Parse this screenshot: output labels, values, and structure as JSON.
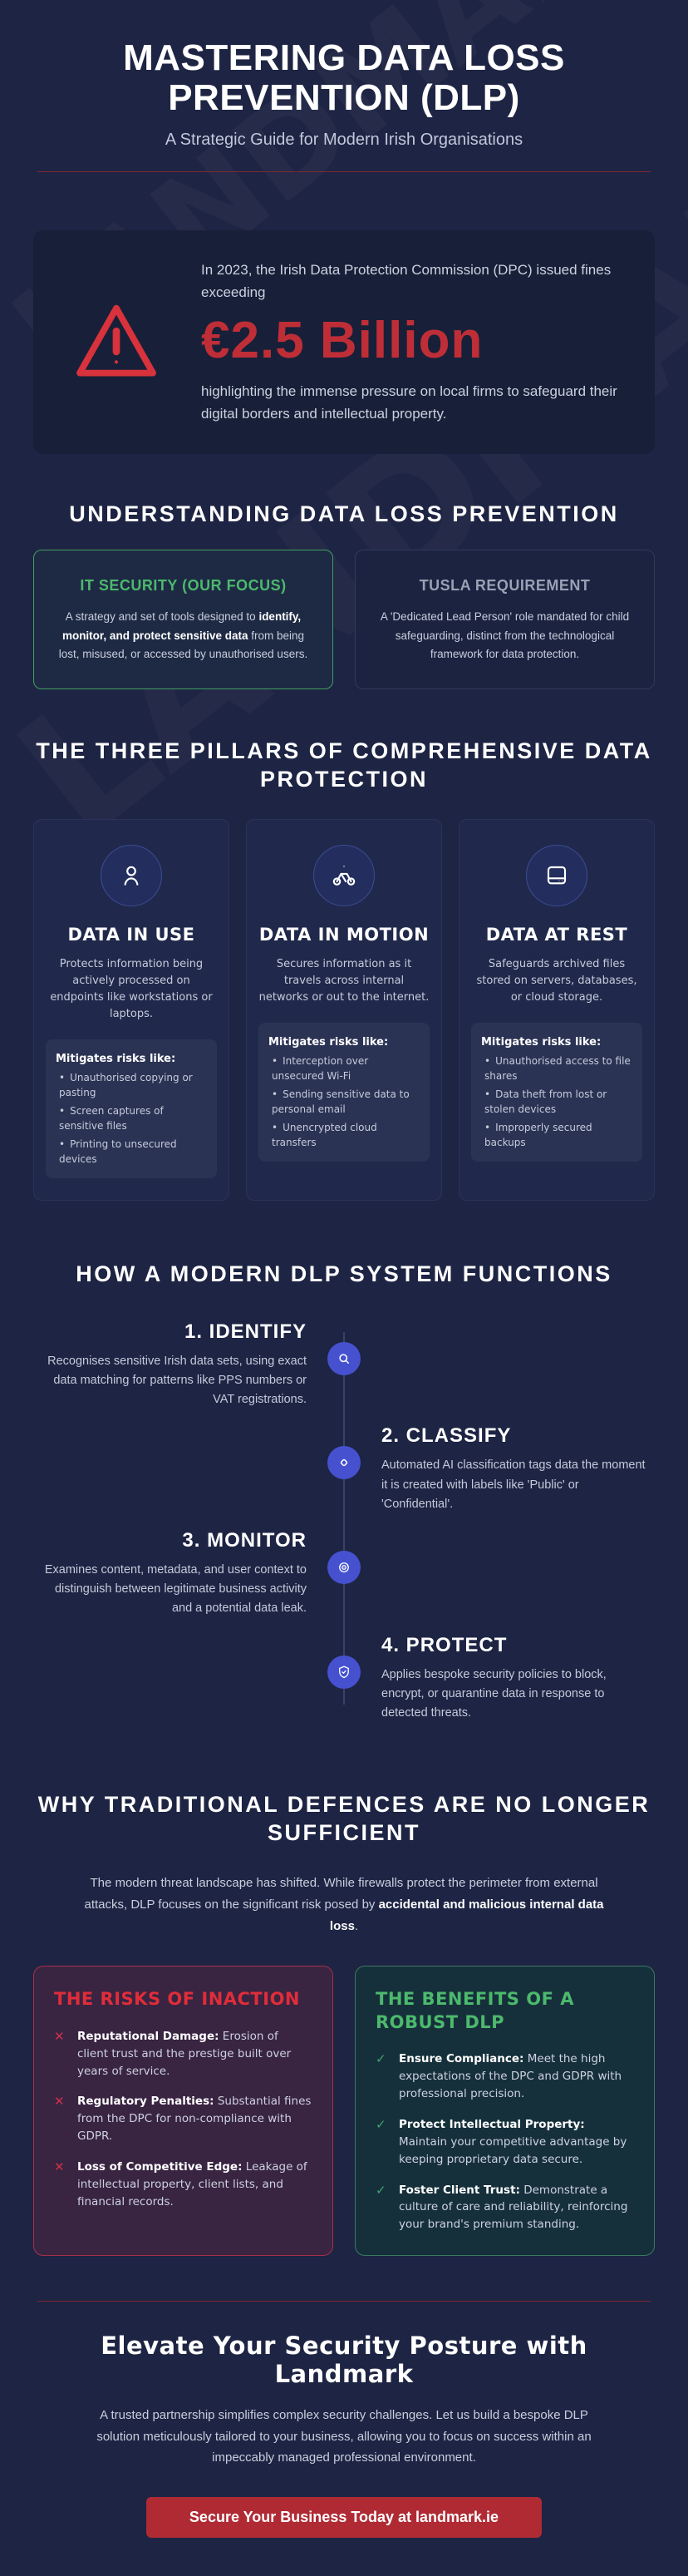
{
  "page": {
    "title": "MASTERING DATA LOSS PREVENTION (DLP)",
    "subtitle": "A Strategic Guide for Modern Irish Organisations",
    "watermark": "LANDMARK.IE"
  },
  "colors": {
    "background": "#1e2443",
    "card_navy": "#172038",
    "accent_red": "#bf2e37",
    "warning_red": "#d8323c",
    "accent_green": "#4cb96d",
    "muted_gray": "#99a1b5",
    "node_blue": "#4551cf",
    "risks_bg": "#392442",
    "benefits_bg": "#16303b",
    "cta_button_red": "#b02a34"
  },
  "stat": {
    "icon": "warning-triangle-icon",
    "intro": "In 2023, the Irish Data Protection Commission (DPC) issued fines exceeding",
    "amount": "€2.5 Billion",
    "outro": "highlighting the immense pressure on local firms to safeguard their digital borders and intellectual property."
  },
  "understanding": {
    "heading": "UNDERSTANDING DATA LOSS PREVENTION",
    "cards": [
      {
        "title": "IT SECURITY (OUR FOCUS)",
        "body_pre": "A strategy and set of tools designed to ",
        "body_bold": "identify, monitor, and protect sensitive data",
        "body_post": " from being lost, misused, or accessed by unauthorised users."
      },
      {
        "title": "TUSLA REQUIREMENT",
        "body": "A 'Dedicated Lead Person' role mandated for child safeguarding, distinct from the technological framework for data protection."
      }
    ]
  },
  "pillars": {
    "heading": "THE THREE PILLARS OF COMPREHENSIVE DATA PROTECTION",
    "mitigates_label": "Mitigates risks like:",
    "cards": [
      {
        "icon": "person-icon",
        "title": "DATA IN USE",
        "desc": "Protects information being actively processed on endpoints like workstations or laptops.",
        "risks": [
          "Unauthorised copying or pasting",
          "Screen captures of sensitive files",
          "Printing to unsecured devices"
        ]
      },
      {
        "icon": "data-in-motion-icon",
        "title": "DATA IN MOTION",
        "desc": "Secures information as it travels across internal networks or out to the internet.",
        "risks": [
          "Interception over unsecured Wi-Fi",
          "Sending sensitive data to personal email",
          "Unencrypted cloud transfers"
        ]
      },
      {
        "icon": "hard-drive-icon",
        "title": "DATA AT REST",
        "desc": "Safeguards archived files stored on servers, databases, or cloud storage.",
        "risks": [
          "Unauthorised access to file shares",
          "Data theft from lost or stolen devices",
          "Improperly secured backups"
        ]
      }
    ]
  },
  "functions": {
    "heading": "HOW A MODERN DLP SYSTEM FUNCTIONS",
    "steps": [
      {
        "icon": "search-icon",
        "title": "1. IDENTIFY",
        "desc": "Recognises sensitive Irish data sets, using exact data matching for patterns like PPS numbers or VAT registrations."
      },
      {
        "icon": "tag-icon",
        "title": "2. CLASSIFY",
        "desc": "Automated AI classification tags data the moment it is created with labels like 'Public' or 'Confidential'."
      },
      {
        "icon": "monitor-eye-icon",
        "title": "3. MONITOR",
        "desc": "Examines content, metadata, and user context to distinguish between legitimate business activity and a potential data leak."
      },
      {
        "icon": "shield-check-icon",
        "title": "4. PROTECT",
        "desc": "Applies bespoke security policies to block, encrypt, or quarantine data in response to detected threats."
      }
    ]
  },
  "defences": {
    "heading": "WHY TRADITIONAL DEFENCES ARE NO LONGER SUFFICIENT",
    "body_pre": "The modern threat landscape has shifted. While firewalls protect the perimeter from external attacks, DLP focuses on the significant risk posed by ",
    "body_bold": "accidental and malicious internal data loss",
    "body_post": "."
  },
  "risks": {
    "heading": "THE RISKS OF INACTION",
    "item_icon": "x-icon",
    "items": [
      {
        "bold": "Reputational Damage:",
        "text": " Erosion of client trust and the prestige built over years of service."
      },
      {
        "bold": "Regulatory Penalties:",
        "text": " Substantial fines from the DPC for non-compliance with GDPR."
      },
      {
        "bold": "Loss of Competitive Edge:",
        "text": " Leakage of intellectual property, client lists, and financial records."
      }
    ]
  },
  "benefits": {
    "heading": "THE BENEFITS OF A ROBUST DLP",
    "item_icon": "check-icon",
    "items": [
      {
        "bold": "Ensure Compliance:",
        "text": " Meet the high expectations of the DPC and GDPR with professional precision."
      },
      {
        "bold": "Protect Intellectual Property:",
        "text": " Maintain your competitive advantage by keeping proprietary data secure."
      },
      {
        "bold": "Foster Client Trust:",
        "text": " Demonstrate a culture of care and reliability, reinforcing your brand's premium standing."
      }
    ]
  },
  "cta": {
    "heading": "Elevate Your Security Posture with Landmark",
    "body": "A trusted partnership simplifies complex security challenges. Let us build a bespoke DLP solution meticulously tailored to your business, allowing you to focus on success within an impeccably managed professional environment.",
    "button": "Secure Your Business Today at landmark.ie"
  }
}
